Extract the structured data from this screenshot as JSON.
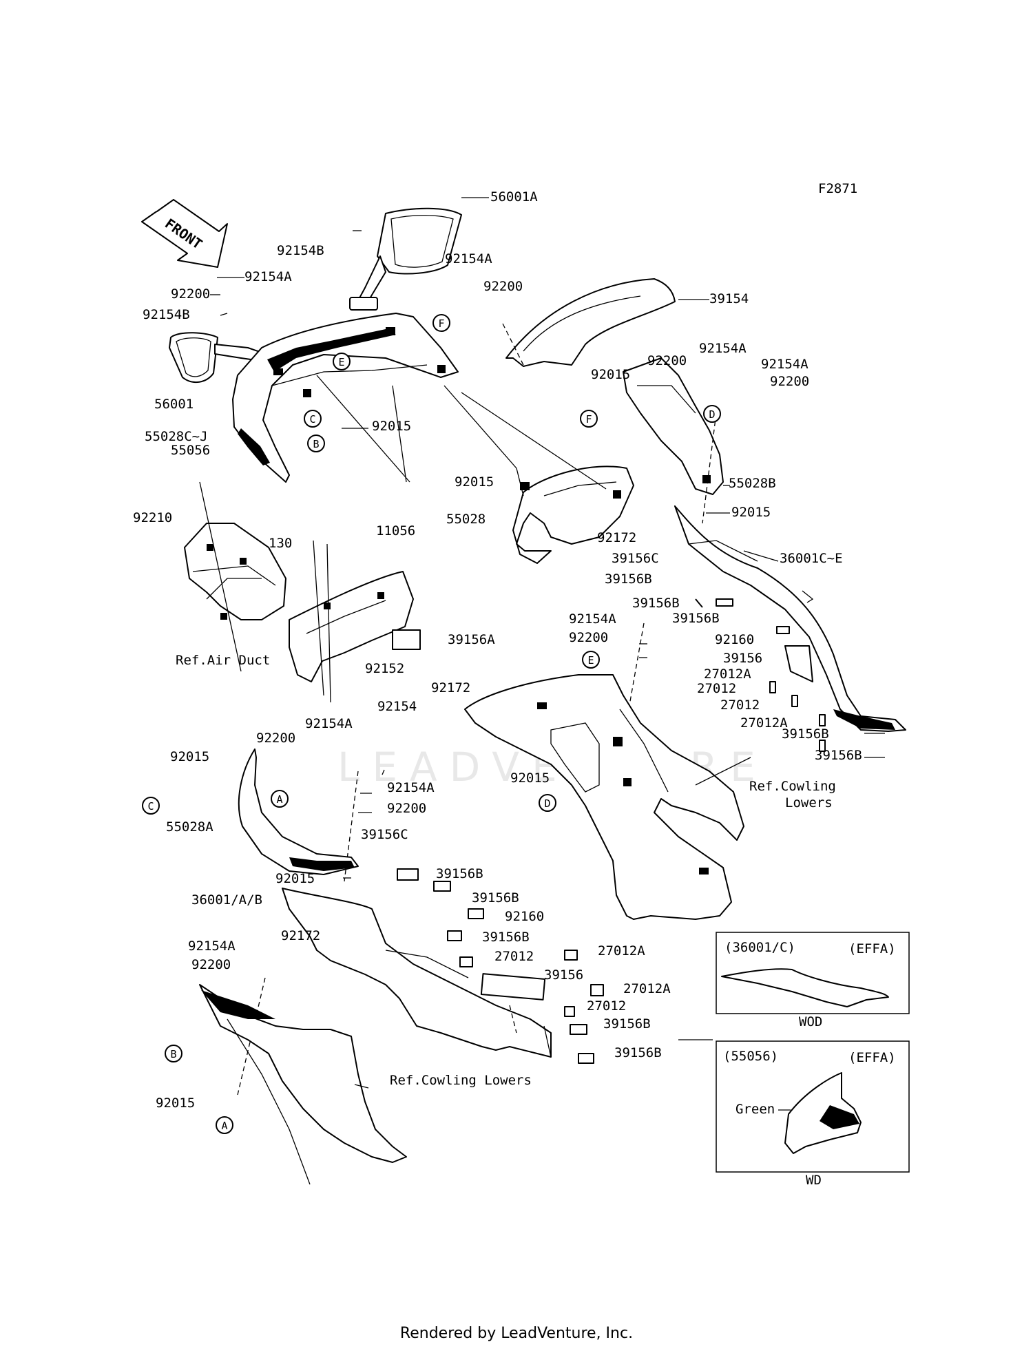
{
  "diagram_code": "F2871",
  "front_label": "FRONT",
  "watermark": "LEADVENTURE",
  "footer": "Rendered by LeadVenture, Inc.",
  "part_labels": {
    "p56001A": "56001A",
    "p92154B_1": "92154B",
    "p92154A_1": "92154A",
    "p92200_1": "92200",
    "p92154B_2": "92154B",
    "p92154A_2": "92154A",
    "p92200_2": "92200",
    "p39154": "39154",
    "p56001": "56001",
    "p55028CJ": "55028C~J",
    "p55056": "55056",
    "p92015_1": "92015",
    "p92200_3": "92200",
    "p92154A_3": "92154A",
    "p92154A_4": "92154A",
    "p92200_4": "92200",
    "p92015_2": "92015",
    "p55028B": "55028B",
    "p92015_3": "92015",
    "p55028": "55028",
    "p92172_1": "92172",
    "p92015_4": "92015",
    "p92210": "92210",
    "p130": "130",
    "p11056": "11056",
    "p39156A": "39156A",
    "p92152": "92152",
    "p92154": "92154",
    "p39156C_1": "39156C",
    "p36001CE": "36001C~E",
    "p39156B_1": "39156B",
    "p39156B_2": "39156B",
    "p39156B_3": "39156B",
    "p92154A_5": "92154A",
    "p92200_5": "92200",
    "p92160_1": "92160",
    "p39156_1": "39156",
    "p27012A_1": "27012A",
    "p27012_1": "27012",
    "p27012_2": "27012",
    "p27012A_2": "27012A",
    "p39156B_4": "39156B",
    "p39156B_5": "39156B",
    "p92172_2": "92172",
    "p92015_5": "92015",
    "p92154A_6": "92154A",
    "p92200_6": "92200",
    "p92015_6": "92015",
    "p55028A": "55028A",
    "p92154A_7": "92154A",
    "p92200_7": "92200",
    "p39156C_2": "39156C",
    "p39156B_6": "39156B",
    "p92015_7": "92015",
    "p36001AB": "36001/A/B",
    "p39156B_7": "39156B",
    "p92160_2": "92160",
    "p39156B_8": "39156B",
    "p27012_3": "27012",
    "p27012A_3": "27012A",
    "p39156_2": "39156",
    "p27012A_4": "27012A",
    "p27012_4": "27012",
    "p39156B_9": "39156B",
    "p39156B_10": "39156B",
    "p92154A_8": "92154A",
    "p92172_3": "92172",
    "p92200_8": "92200",
    "p92015_8": "92015"
  },
  "ref_labels": {
    "air_duct": "Ref.Air Duct",
    "cowling_lowers_right_1": "Ref.Cowling",
    "cowling_lowers_right_2": "Lowers",
    "cowling_lowers_left": "Ref.Cowling Lowers"
  },
  "circle_letters": {
    "F1": "F",
    "E1": "E",
    "C1": "C",
    "B1": "B",
    "F2": "F",
    "D1": "D",
    "E2": "E",
    "D2": "D",
    "C2": "C",
    "A1": "A",
    "B2": "B",
    "A2": "A"
  },
  "variant_boxes": [
    {
      "code": "(36001/C)",
      "variant": "(EFFA)",
      "caption": "WOD"
    },
    {
      "code": "(55056)",
      "variant": "(EFFA)",
      "caption": "WD",
      "note": "Green"
    }
  ]
}
